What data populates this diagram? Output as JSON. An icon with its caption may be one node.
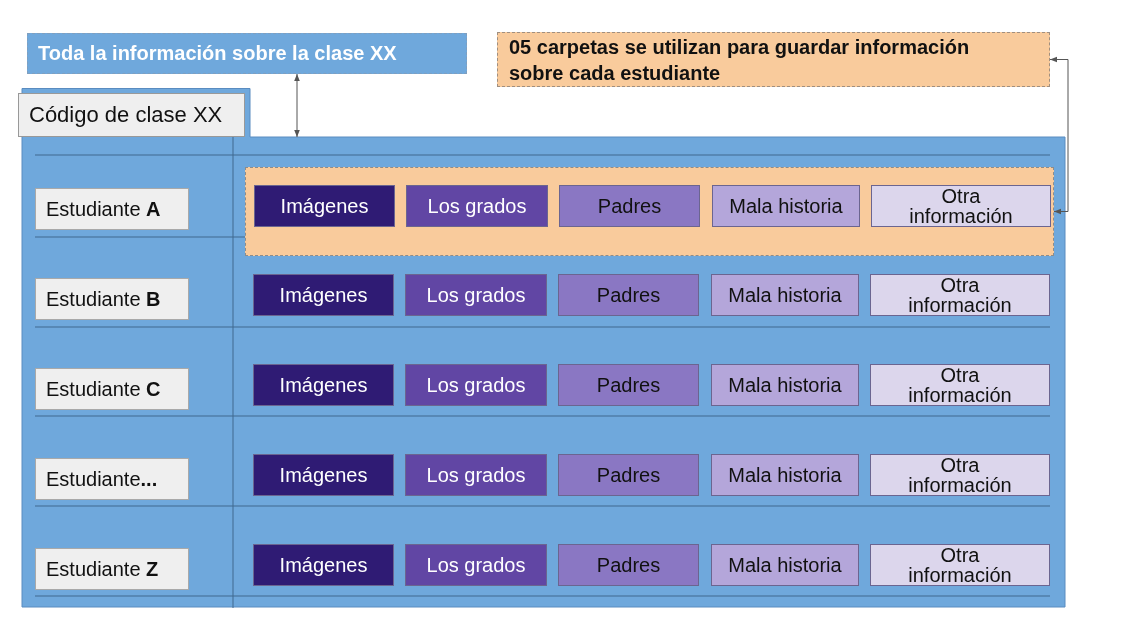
{
  "diagram": {
    "nodes": [
      {
        "text": [
          "Toda la información sobre la clase XX"
        ]
      },
      {
        "text": [
          "05 carpetas se utilizan para guardar información sobre cada estudiante"
        ]
      },
      {
        "text": [
          "Código de clase XX"
        ]
      },
      {
        "text": [
          "Estudiante **A**"
        ],
        "in": 2
      },
      {
        "text": [],
        "shape": "box",
        "in": 2
      },
      {
        "text": [
          "Imágenes"
        ],
        "in": 4
      },
      {
        "text": [
          "Los grados"
        ],
        "in": 4
      },
      {
        "text": [
          "Padres"
        ],
        "in": 4
      },
      {
        "text": [
          "Mala historia"
        ],
        "in": 4
      },
      {
        "text": [
          "Otra información"
        ],
        "in": 4
      },
      {
        "text": [
          "Estudiante **B**"
        ],
        "in": 2
      },
      {
        "text": [
          "Imágenes"
        ],
        "in": 2
      },
      {
        "text": [
          "Los grados"
        ],
        "in": 2
      },
      {
        "text": [
          "Padres"
        ],
        "in": 2
      },
      {
        "text": [
          "Mala historia"
        ],
        "in": 2
      },
      {
        "text": [
          "Otra información"
        ],
        "in": 2
      },
      {
        "text": [
          "Estudiante **C**"
        ],
        "in": 2
      },
      {
        "text": [
          "Imágenes"
        ],
        "in": 2
      },
      {
        "text": [
          "Los grados"
        ],
        "in": 2
      },
      {
        "text": [
          "Padres"
        ],
        "in": 2
      },
      {
        "text": [
          "Mala historia"
        ],
        "in": 2
      },
      {
        "text": [
          "Otra información"
        ],
        "in": 2
      },
      {
        "text": [
          "Estudiante**...**"
        ],
        "in": 2
      },
      {
        "text": [
          "Imágenes"
        ],
        "in": 2
      },
      {
        "text": [
          "Los grados"
        ],
        "in": 2
      },
      {
        "text": [
          "Padres"
        ],
        "in": 2
      },
      {
        "text": [
          "Mala historia"
        ],
        "in": 2
      },
      {
        "text": [
          "Otra información"
        ],
        "in": 2
      },
      {
        "text": [
          "Estudiante **Z**"
        ],
        "in": 2
      },
      {
        "text": [
          "Imágenes"
        ],
        "in": 2
      },
      {
        "text": [
          "Los grados"
        ],
        "in": 2
      },
      {
        "text": [
          "Padres"
        ],
        "in": 2
      },
      {
        "text": [
          "Mala historia"
        ],
        "in": 2
      },
      {
        "text": [
          "Otra información"
        ],
        "in": 2
      }
    ],
    "edges": [
      {
        "from": 0,
        "to": 2,
        "arrow": "both"
      },
      {
        "from": 1,
        "to": 4,
        "arrow": "both"
      }
    ]
  }
}
